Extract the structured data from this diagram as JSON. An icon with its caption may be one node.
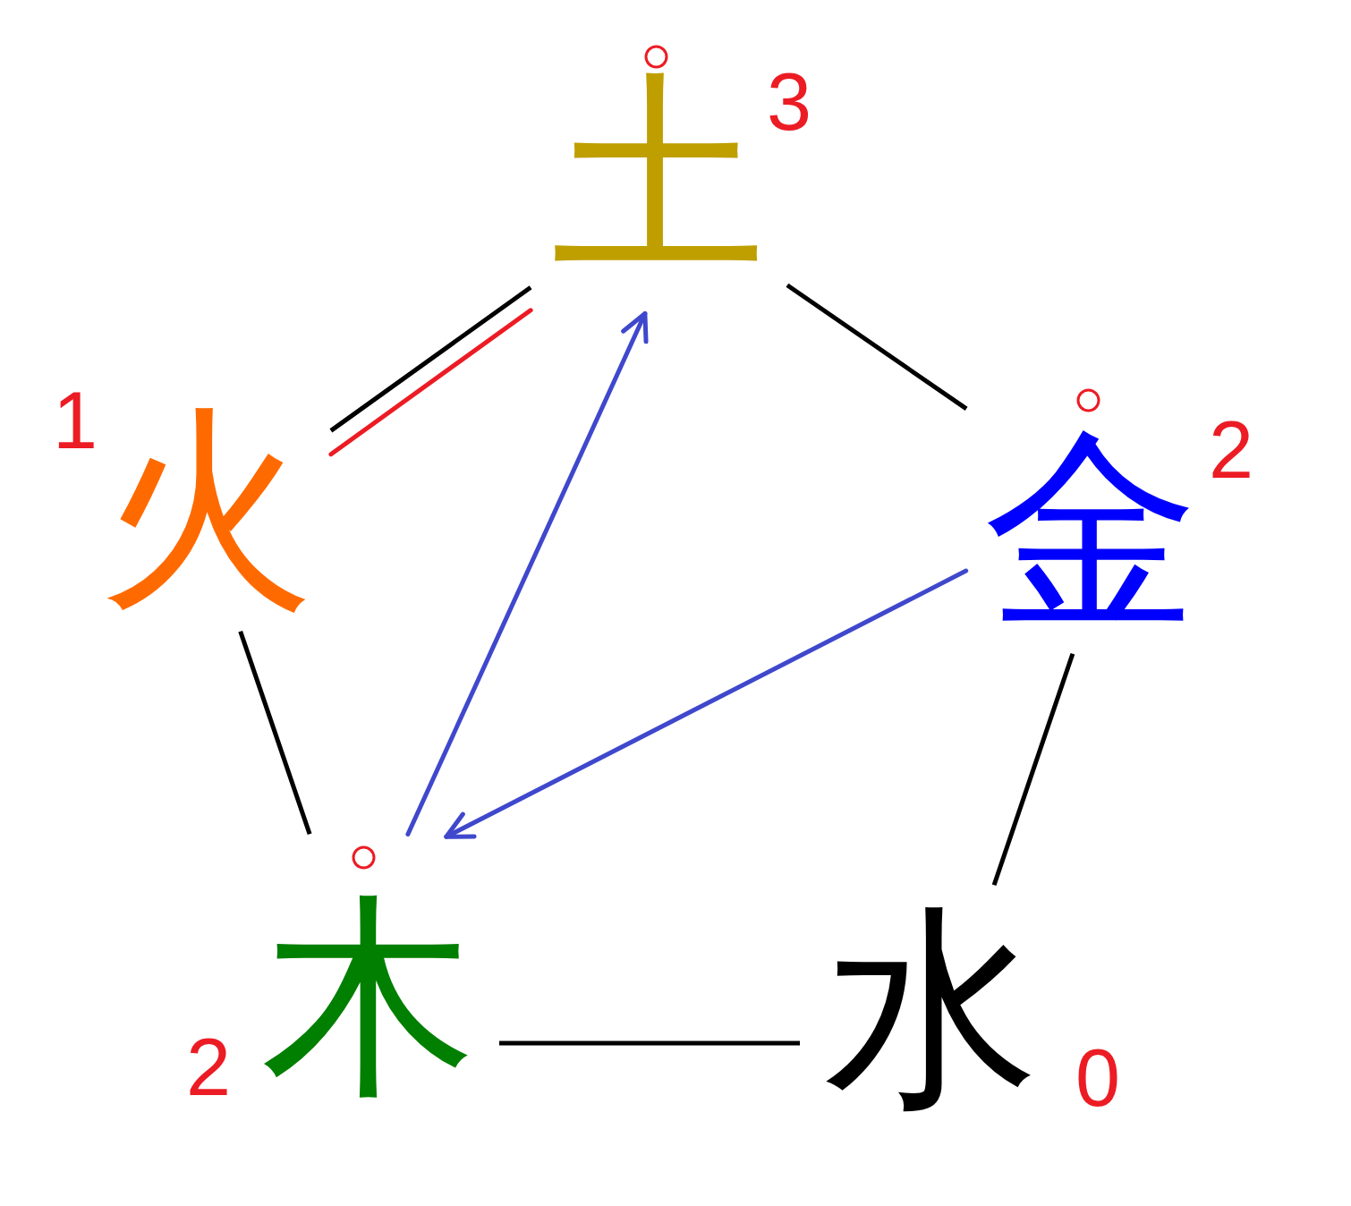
{
  "diagram": {
    "nodes": [
      {
        "text": [
          "土"
        ],
        "beside": [
          "3"
        ]
      },
      {
        "text": [
          "火"
        ],
        "beside": [
          "1"
        ]
      },
      {
        "text": [
          "金"
        ],
        "beside": [
          "2"
        ]
      },
      {
        "text": [
          "木"
        ],
        "beside": [
          "2"
        ]
      },
      {
        "text": [
          "水"
        ],
        "beside": [
          "0"
        ]
      }
    ],
    "edges": [
      {
        "from": 1,
        "to": 0,
        "arrow": "none"
      },
      {
        "from": 1,
        "to": 0,
        "arrow": "none",
        "color": "#ec1c24"
      },
      {
        "from": 0,
        "to": 2,
        "arrow": "none"
      },
      {
        "from": 2,
        "to": 4,
        "arrow": "none"
      },
      {
        "from": 3,
        "to": 4,
        "arrow": "none"
      },
      {
        "from": 1,
        "to": 3,
        "arrow": "none"
      },
      {
        "from": 3,
        "to": 0,
        "arrow": "to",
        "color": "#3f48cc"
      },
      {
        "from": 2,
        "to": 3,
        "arrow": "to",
        "color": "#3f48cc"
      }
    ]
  }
}
